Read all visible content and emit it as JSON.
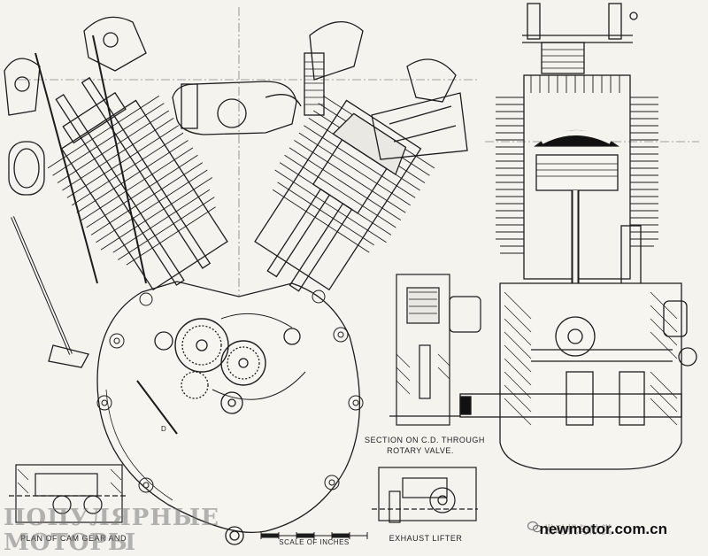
{
  "labels": {
    "section_cd_line1": "SECTION ON C.D. THROUGH",
    "section_cd_line2": "ROTARY VALVE.",
    "exhaust_lifter": "EXHAUST LIFTER",
    "scale": "SCALE OF INCHES",
    "plan_cam_gear": "PLAN OF CAM GEAR AND",
    "letter_d": "D"
  },
  "watermarks": {
    "russian_line1": "ПОПУЛЯРНЫЕ",
    "russian_line2": "МОТОРЫ",
    "site": "newmotor.com.cn",
    "chinese": "发动机与欣赏",
    "wechat_icon": "wechat-icon"
  },
  "colors": {
    "line": "#1c1c1c",
    "paper": "#f4f3ee"
  }
}
